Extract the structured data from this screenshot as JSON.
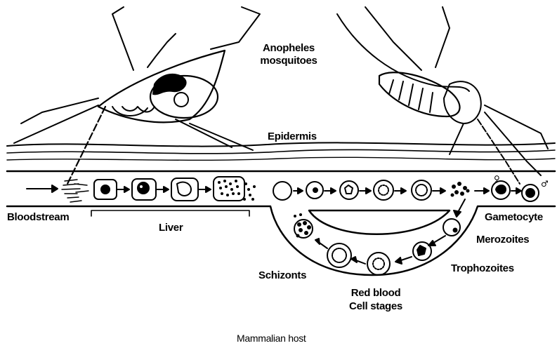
{
  "labels": {
    "mosquito_line1": "Anopheles",
    "mosquito_line2": "mosquitoes",
    "epidermis": "Epidermis",
    "bloodstream": "Bloodstream",
    "liver": "Liver",
    "gametocyte": "Gametocyte",
    "merozoites": "Merozoites",
    "trophozoites": "Trophozoites",
    "schizonts": "Schizonts",
    "rbc_line1": "Red blood",
    "rbc_line2": "Cell stages",
    "host": "Mammalian host",
    "female_symbol": "♀",
    "male_symbol": "♂"
  }
}
